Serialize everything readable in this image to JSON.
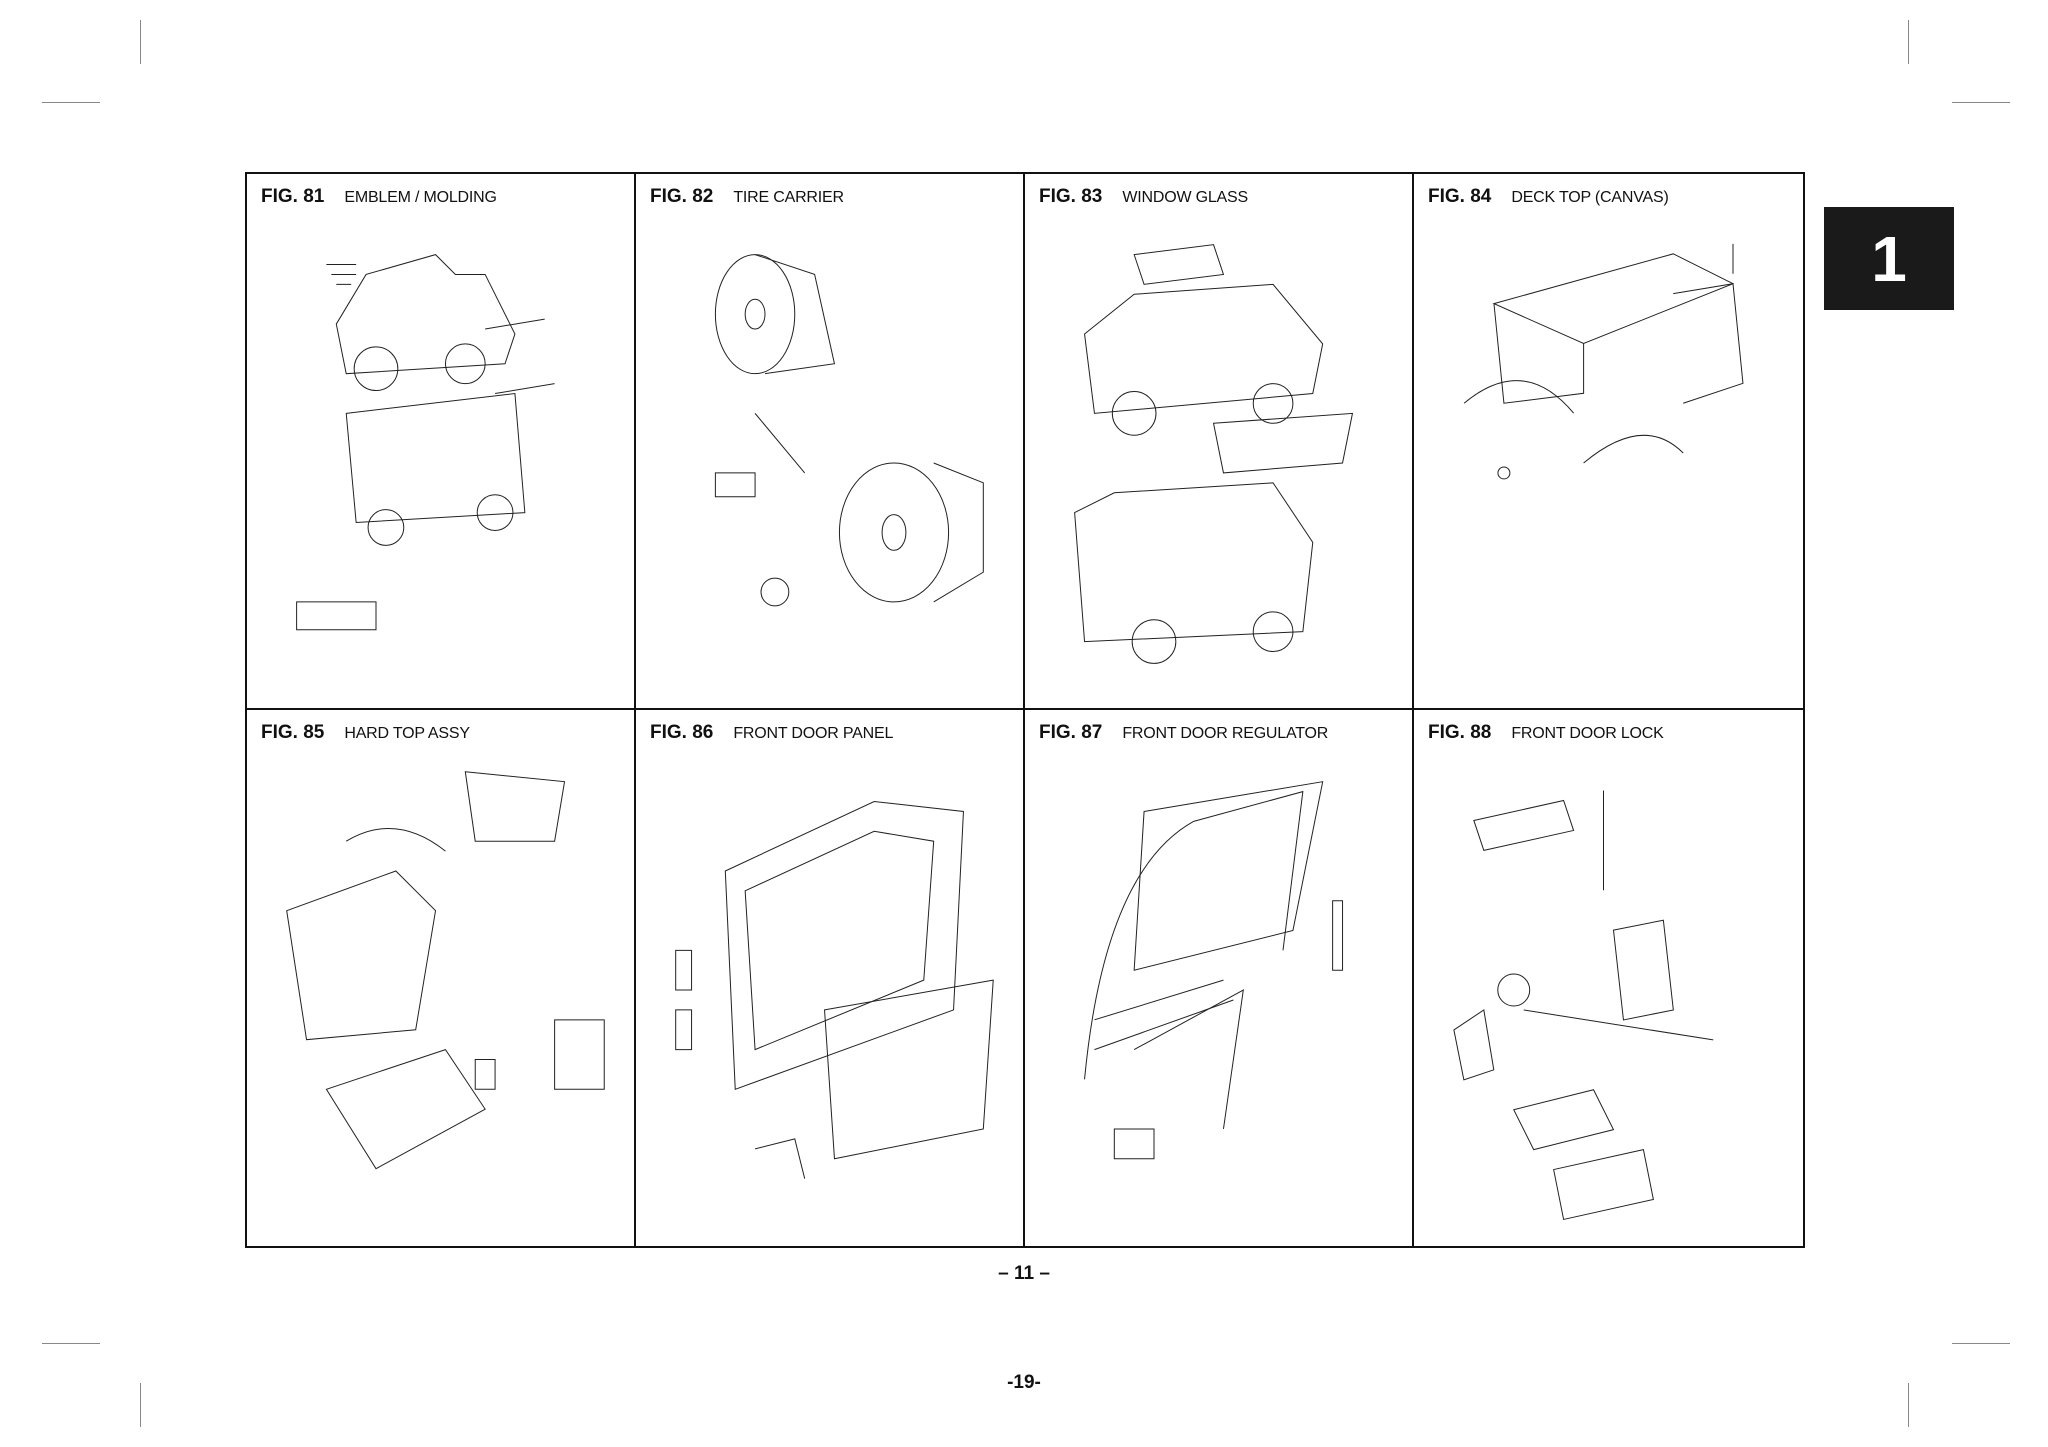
{
  "figures": [
    {
      "number": "FIG. 81",
      "title": "EMBLEM / MOLDING"
    },
    {
      "number": "FIG. 82",
      "title": "TIRE CARRIER"
    },
    {
      "number": "FIG. 83",
      "title": "WINDOW GLASS"
    },
    {
      "number": "FIG. 84",
      "title": "DECK TOP (CANVAS)"
    },
    {
      "number": "FIG. 85",
      "title": "HARD TOP ASSY"
    },
    {
      "number": "FIG. 86",
      "title": "FRONT DOOR PANEL"
    },
    {
      "number": "FIG. 87",
      "title": "FRONT DOOR REGULATOR"
    },
    {
      "number": "FIG. 88",
      "title": "FRONT DOOR LOCK"
    }
  ],
  "section_tab": "1",
  "page_sub": "– 11 –",
  "page_main": "-19-"
}
